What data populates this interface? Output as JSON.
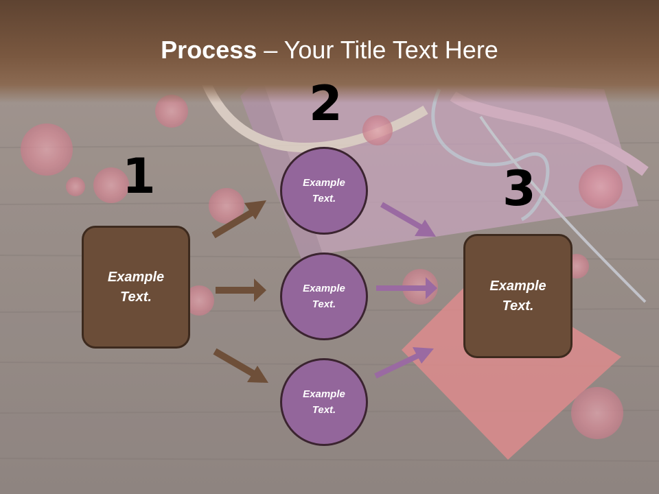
{
  "title": {
    "bold": "Process",
    "rest": " – Your Title Text Here"
  },
  "steps": {
    "one": "1",
    "two": "2",
    "three": "3"
  },
  "left_box": {
    "text": "Example\nText."
  },
  "right_box": {
    "text": "Example\nText."
  },
  "circles": [
    {
      "text": "Example\nText."
    },
    {
      "text": "Example\nText."
    },
    {
      "text": "Example\nText."
    }
  ],
  "colors": {
    "box_fill": "#6b4d38",
    "circle_fill": "#93669b",
    "brown_arrow": "#6e4f39",
    "purple_arrow": "#9a6aa2",
    "title_bar": "#6e4f3a"
  }
}
